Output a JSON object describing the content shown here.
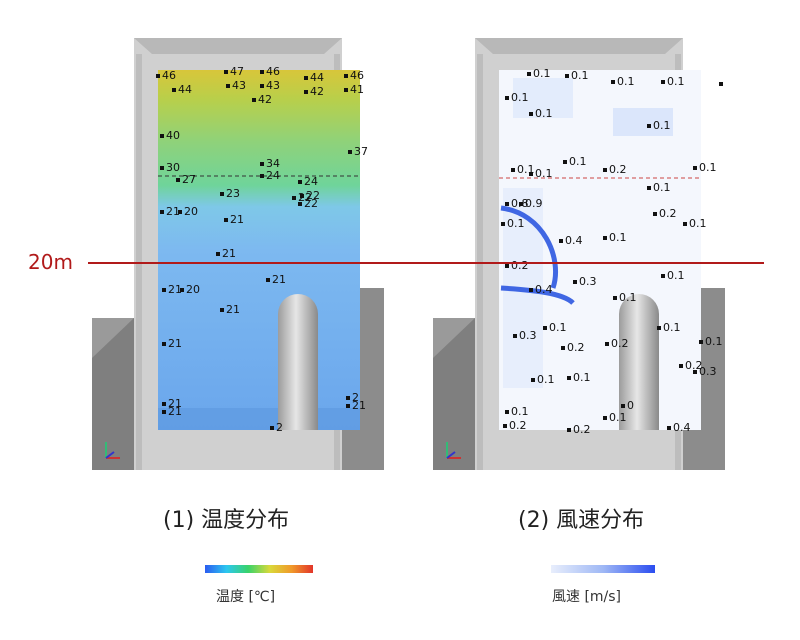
{
  "reference_line": {
    "label": "20m",
    "color": "#b11a1a"
  },
  "temperature_panel": {
    "caption": "(1) 温度分布",
    "legend_label": "温度 [℃]",
    "probes": [
      [
        "46",
        1,
        0
      ],
      [
        "47",
        0,
        0
      ],
      [
        "46",
        0,
        0
      ],
      [
        "44",
        0,
        0
      ],
      [
        "46",
        0,
        0
      ],
      [
        "44",
        0,
        0
      ],
      [
        "43",
        0,
        0
      ],
      [
        "43",
        0,
        0
      ],
      [
        "42",
        0,
        0
      ],
      [
        "41",
        0,
        0
      ],
      [
        "42",
        0,
        0
      ],
      [
        "40",
        0,
        0
      ],
      [
        "37",
        0,
        0
      ],
      [
        "34",
        0,
        0
      ],
      [
        "30",
        0,
        0
      ],
      [
        "27",
        0,
        0
      ],
      [
        "24",
        0,
        0
      ],
      [
        "24",
        0,
        0
      ],
      [
        "23",
        0,
        0
      ],
      [
        "22",
        0,
        0
      ],
      [
        "22",
        0,
        0
      ],
      [
        "22",
        0,
        0
      ],
      [
        "21",
        0,
        0
      ],
      [
        "20",
        0,
        0
      ],
      [
        "21",
        0,
        0
      ],
      [
        "21",
        0,
        0
      ],
      [
        "21",
        0,
        0
      ],
      [
        "20",
        0,
        0
      ],
      [
        "21",
        0,
        0
      ],
      [
        "21",
        0,
        0
      ],
      [
        "21",
        0,
        0
      ],
      [
        "21",
        0,
        0
      ],
      [
        "21",
        0,
        0
      ],
      [
        "21",
        0,
        0
      ],
      [
        "2",
        0,
        0
      ],
      [
        "2",
        0,
        0
      ]
    ]
  },
  "wind_panel": {
    "caption": "(2) 風速分布",
    "legend_label": "風速 [m/s]",
    "probes": [
      [
        "0.1",
        0,
        0
      ],
      [
        "0.1",
        0,
        0
      ],
      [
        "0.1",
        0,
        0
      ],
      [
        "0.1",
        0,
        0
      ],
      [
        "0.2",
        0,
        0
      ],
      [
        "0.1",
        0,
        0
      ],
      [
        "0.1",
        0,
        0
      ],
      [
        "0.1",
        0,
        0
      ],
      [
        "0.1",
        0,
        0
      ],
      [
        "0.1",
        0,
        0
      ],
      [
        "0.1",
        0,
        0
      ],
      [
        "0.1",
        0,
        0
      ],
      [
        "0.2",
        0,
        0
      ],
      [
        "0.1",
        0,
        0
      ],
      [
        "0.1",
        0,
        0
      ],
      [
        "0.1",
        0,
        0
      ],
      [
        "0.2",
        0,
        0
      ],
      [
        "0.8",
        0,
        0
      ],
      [
        "0.9",
        0,
        0
      ],
      [
        "0.4",
        0,
        0
      ],
      [
        "0.1",
        0,
        0
      ],
      [
        "0.2",
        0,
        0
      ],
      [
        "0.3",
        0,
        0
      ],
      [
        "0.1",
        0,
        0
      ],
      [
        "0.4",
        0,
        0
      ],
      [
        "0.1",
        0,
        0
      ],
      [
        "0.1",
        0,
        0
      ],
      [
        "0.3",
        0,
        0
      ],
      [
        "0.1",
        0,
        0
      ],
      [
        "0.2",
        0,
        0
      ],
      [
        "0.2",
        0,
        0
      ],
      [
        "0.1",
        0,
        0
      ],
      [
        "0.1",
        0,
        0
      ],
      [
        "0.1",
        0,
        0
      ],
      [
        "0.2",
        0,
        0
      ],
      [
        "0.1",
        0,
        0
      ],
      [
        "0.2",
        0,
        0
      ],
      [
        "0.2",
        0,
        0
      ],
      [
        "0.1",
        0,
        0
      ],
      [
        "0.4",
        0,
        0
      ],
      [
        "0.3",
        0,
        0
      ],
      [
        "0",
        0,
        0
      ]
    ]
  }
}
